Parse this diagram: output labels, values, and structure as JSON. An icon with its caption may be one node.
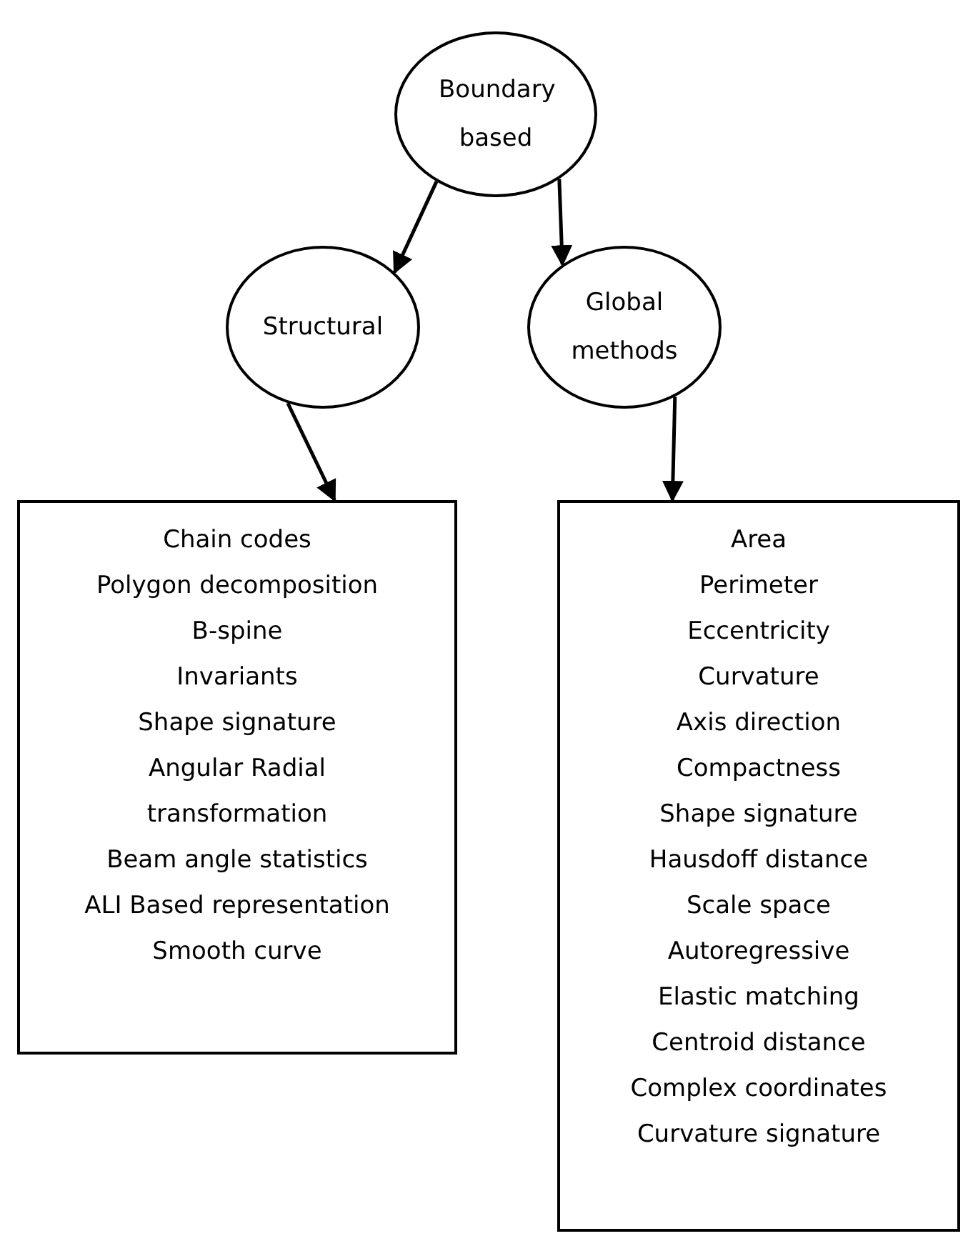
{
  "diagram": {
    "nodes": [
      {
        "text": [
          "Boundary based"
        ]
      },
      {
        "text": [
          "Structural"
        ]
      },
      {
        "text": [
          "Global methods"
        ]
      },
      {
        "text": [
          "Chain codes",
          "Polygon decomposition",
          "B-spine",
          "Invariants",
          "Shape signature",
          "Angular Radial transformation",
          "Beam angle statistics",
          "ALI Based representation",
          "Smooth curve"
        ]
      },
      {
        "text": [
          "Area",
          "Perimeter",
          "Eccentricity",
          "Curvature",
          "Axis direction",
          "Compactness",
          "Shape signature",
          "Hausdoff distance",
          "Scale space",
          "Autoregressive",
          "Elastic matching",
          "Centroid distance",
          "Complex coordinates",
          "Curvature signature"
        ]
      }
    ],
    "edges": [
      {
        "from": 0,
        "to": 1,
        "arrow": "to"
      },
      {
        "from": 0,
        "to": 2,
        "arrow": "to"
      },
      {
        "from": 1,
        "to": 3,
        "arrow": "to"
      },
      {
        "from": 2,
        "to": 4,
        "arrow": "to"
      }
    ]
  }
}
